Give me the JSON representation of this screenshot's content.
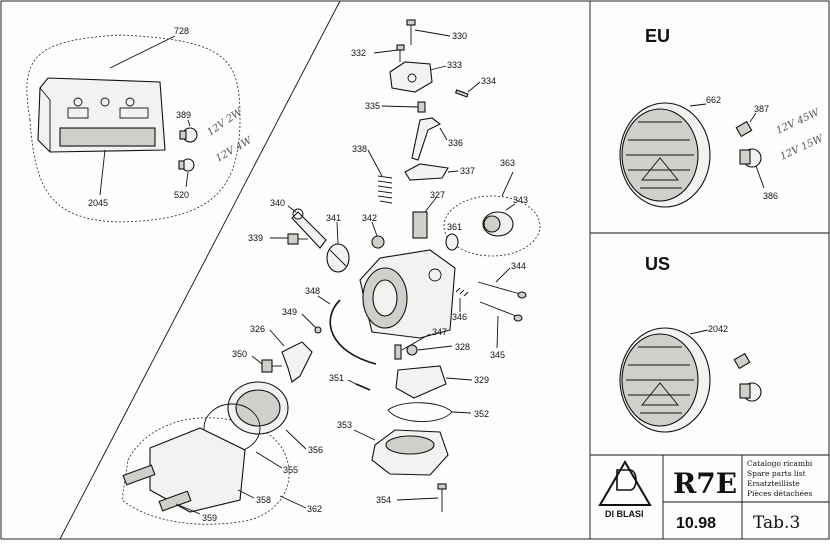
{
  "parts": {
    "p728": "728",
    "p389": "389",
    "p520": "520",
    "p2045": "2045",
    "p330": "330",
    "p332": "332",
    "p333": "333",
    "p334": "334",
    "p335": "335",
    "p336": "336",
    "p337": "337",
    "p338": "338",
    "p327": "327",
    "p363": "363",
    "p343": "343",
    "p361": "361",
    "p340": "340",
    "p341": "341",
    "p342": "342",
    "p339": "339",
    "p344": "344",
    "p346": "346",
    "p348": "348",
    "p349": "349",
    "p326": "326",
    "p347": "347",
    "p328": "328",
    "p345": "345",
    "p350": "350",
    "p351": "351",
    "p329": "329",
    "p352": "352",
    "p353": "353",
    "p356": "356",
    "p355": "355",
    "p358": "358",
    "p359": "359",
    "p362": "362",
    "p354": "354",
    "p662": "662",
    "p387": "387",
    "p386": "386",
    "p2042": "2042"
  },
  "handwritten": {
    "bulb1": "12V 2W",
    "bulb2": "12V 4W",
    "eu1": "12V 45W",
    "eu2": "12V 15W"
  },
  "regions": {
    "eu": "EU",
    "us": "US"
  },
  "title_block": {
    "code": "R7E",
    "languages": [
      "Catalogo ricambi",
      "Spare parts list",
      "Ersatzteilliste",
      "Pièces détachées"
    ],
    "date": "10.98",
    "table": "Tab.3",
    "brand": "DI BLASI"
  }
}
